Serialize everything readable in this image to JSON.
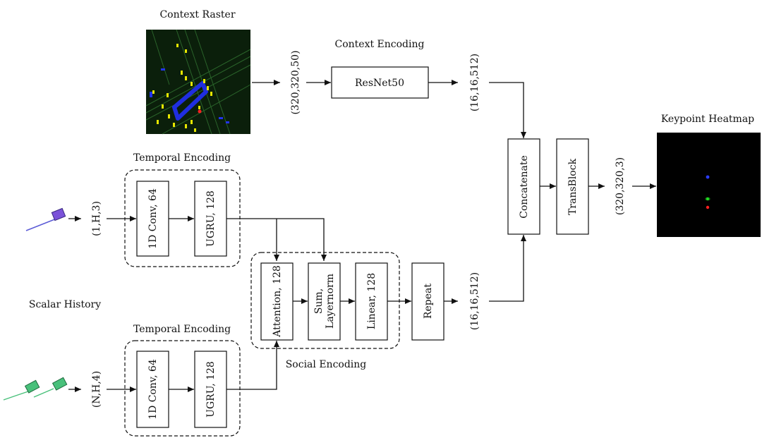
{
  "titles": {
    "context_raster": "Context Raster",
    "context_encoding": "Context Encoding",
    "temporal_encoding_top": "Temporal Encoding",
    "temporal_encoding_bottom": "Temporal Encoding",
    "scalar_history": "Scalar History",
    "social_encoding": "Social Encoding",
    "keypoint_heatmap": "Keypoint Heatmap"
  },
  "blocks": {
    "resnet": "ResNet50",
    "conv_top": "1D Conv, 64",
    "ugru_top": "UGRU, 128",
    "conv_bottom": "1D Conv, 64",
    "ugru_bottom": "UGRU, 128",
    "attention": "Attention, 128",
    "sum_line1": "Sum,",
    "sum_line2": "Layernorm",
    "linear": "Linear, 128",
    "repeat": "Repeat",
    "concatenate": "Concatenate",
    "transblock": "TransBlock"
  },
  "shapes": {
    "raster_in": "(320,320,50)",
    "resnet_out": "(16,16,512)",
    "ego_in": "(1,H,3)",
    "agents_in": "(N,H,4)",
    "repeat_out": "(16,16,512)",
    "heatmap_out": "(320,320,3)"
  },
  "colors": {
    "raster_bg": "#0b1f0b",
    "road": "#2e6b2e",
    "ego_box": "#2020e0",
    "agent_markers": "#e6e600",
    "ego_vehicle": "#7b52d9",
    "agent_vehicle": "#48c07a",
    "heatmap_blue": "#2a3cff",
    "heatmap_green": "#22dd22",
    "heatmap_red": "#ff2020"
  }
}
